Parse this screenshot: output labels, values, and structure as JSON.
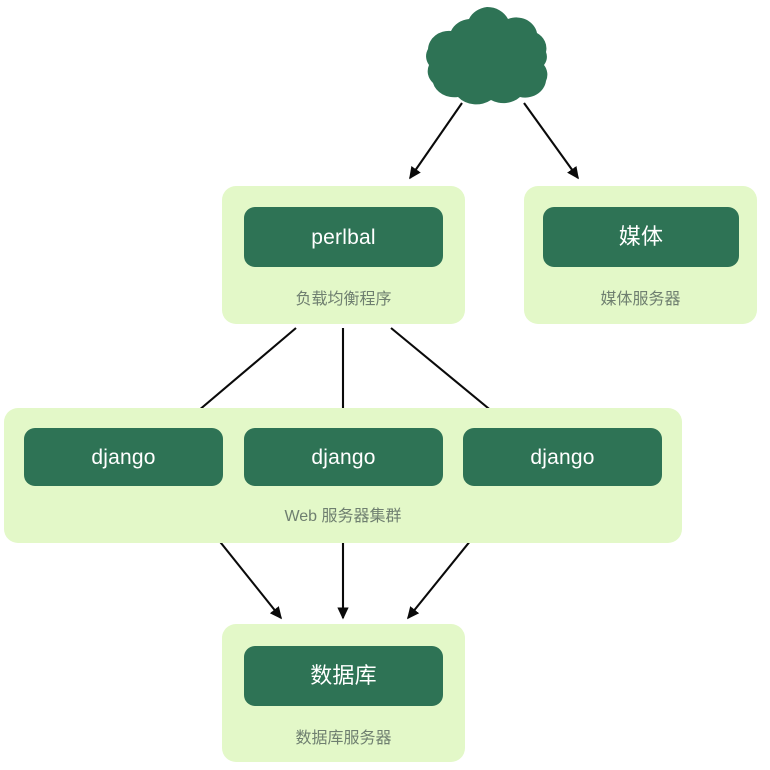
{
  "diagram": {
    "type": "architecture-flow",
    "title": "",
    "colors": {
      "node_fill": "#2e7355",
      "node_text": "#ffffff",
      "group_fill": "#e3f8c8",
      "caption_text": "#6f7f70",
      "edge": "#0a0a0a",
      "background": "#ffffff"
    },
    "cloud": {
      "name": "cloud-icon",
      "label": ""
    },
    "groups": [
      {
        "id": "loadbalancer",
        "caption": "负载均衡程序",
        "nodes": [
          {
            "id": "perlbal",
            "label": "perlbal"
          }
        ]
      },
      {
        "id": "media",
        "caption": "媒体服务器",
        "nodes": [
          {
            "id": "media",
            "label": "媒体"
          }
        ]
      },
      {
        "id": "webcluster",
        "caption": "Web 服务器集群",
        "nodes": [
          {
            "id": "django-1",
            "label": "django"
          },
          {
            "id": "django-2",
            "label": "django"
          },
          {
            "id": "django-3",
            "label": "django"
          }
        ]
      },
      {
        "id": "database",
        "caption": "数据库服务器",
        "nodes": [
          {
            "id": "database",
            "label": "数据库"
          }
        ]
      }
    ],
    "edges": [
      {
        "from": "cloud",
        "to": "perlbal"
      },
      {
        "from": "cloud",
        "to": "media"
      },
      {
        "from": "perlbal",
        "to": "django-1"
      },
      {
        "from": "perlbal",
        "to": "django-2"
      },
      {
        "from": "perlbal",
        "to": "django-3"
      },
      {
        "from": "django-1",
        "to": "database"
      },
      {
        "from": "django-2",
        "to": "database"
      },
      {
        "from": "django-3",
        "to": "database"
      }
    ]
  }
}
